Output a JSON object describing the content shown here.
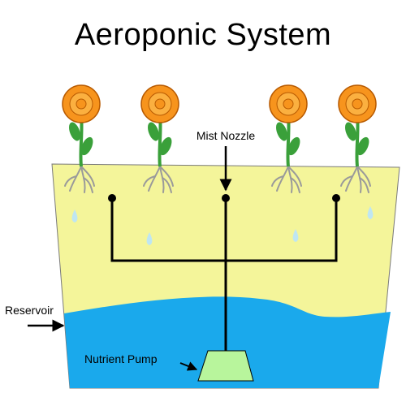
{
  "title": "Aeroponic System",
  "labels": {
    "mist_nozzle": "Mist Nozzle",
    "reservoir": "Reservoir",
    "nutrient_pump": "Nutrient Pump"
  },
  "colors": {
    "air_zone": "#f4f59a",
    "water": "#1aa9ec",
    "pump": "#b8f59c",
    "petals": "#f7941d",
    "stem": "#3aa03a",
    "roots": "#9a9a9a",
    "droplets": "#bfe6f2"
  }
}
